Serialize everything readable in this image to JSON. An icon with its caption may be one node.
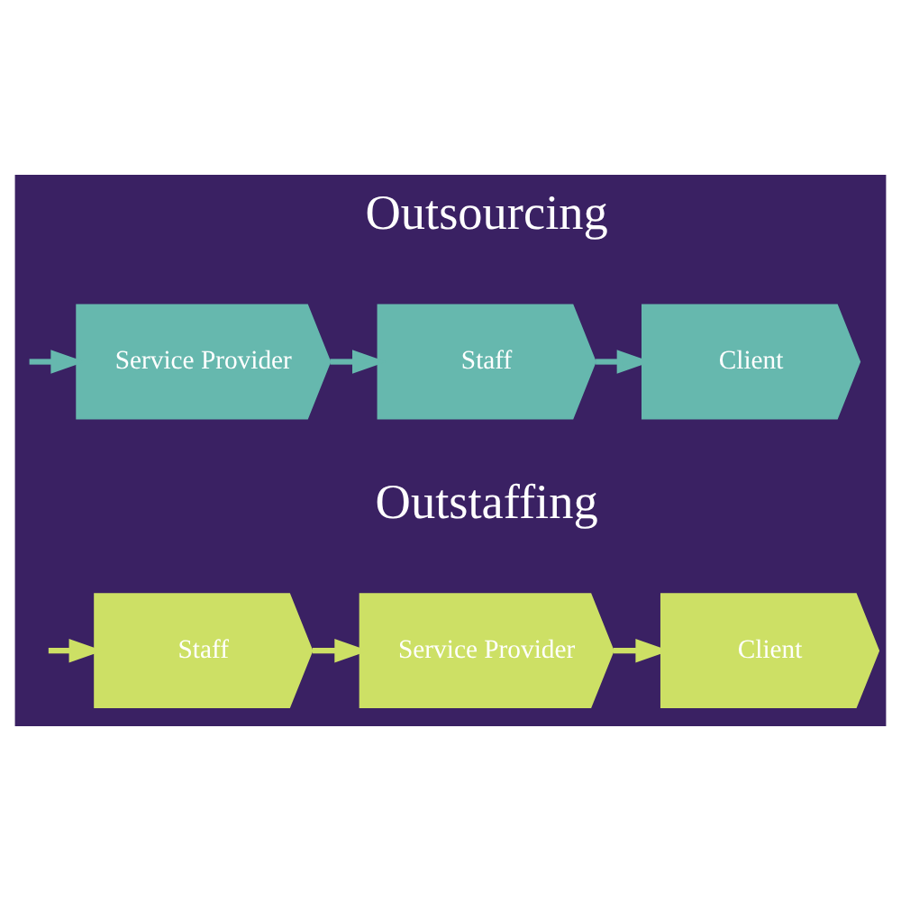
{
  "diagram": {
    "nodes": [
      {
        "text": [
          "Service Provider"
        ]
      },
      {
        "text": [
          "Staff"
        ]
      },
      {
        "text": [
          "Client"
        ]
      },
      {
        "text": [
          "Staff"
        ]
      },
      {
        "text": [
          "Service Provider"
        ]
      },
      {
        "text": [
          "Client"
        ]
      }
    ],
    "edges": [
      {
        "from": null,
        "to": 0,
        "arrow": "to",
        "color": "#66b8ae"
      },
      {
        "from": 0,
        "to": 1,
        "arrow": "to",
        "color": "#66b8ae"
      },
      {
        "from": 1,
        "to": 2,
        "arrow": "to",
        "color": "#66b8ae"
      },
      {
        "from": null,
        "to": 3,
        "arrow": "to",
        "color": "#cde065"
      },
      {
        "from": 3,
        "to": 4,
        "arrow": "to",
        "color": "#cde065"
      },
      {
        "from": 4,
        "to": 5,
        "arrow": "to",
        "color": "#cde065"
      }
    ],
    "labels": [
      "Outsourcing",
      "Outstaffing"
    ]
  }
}
